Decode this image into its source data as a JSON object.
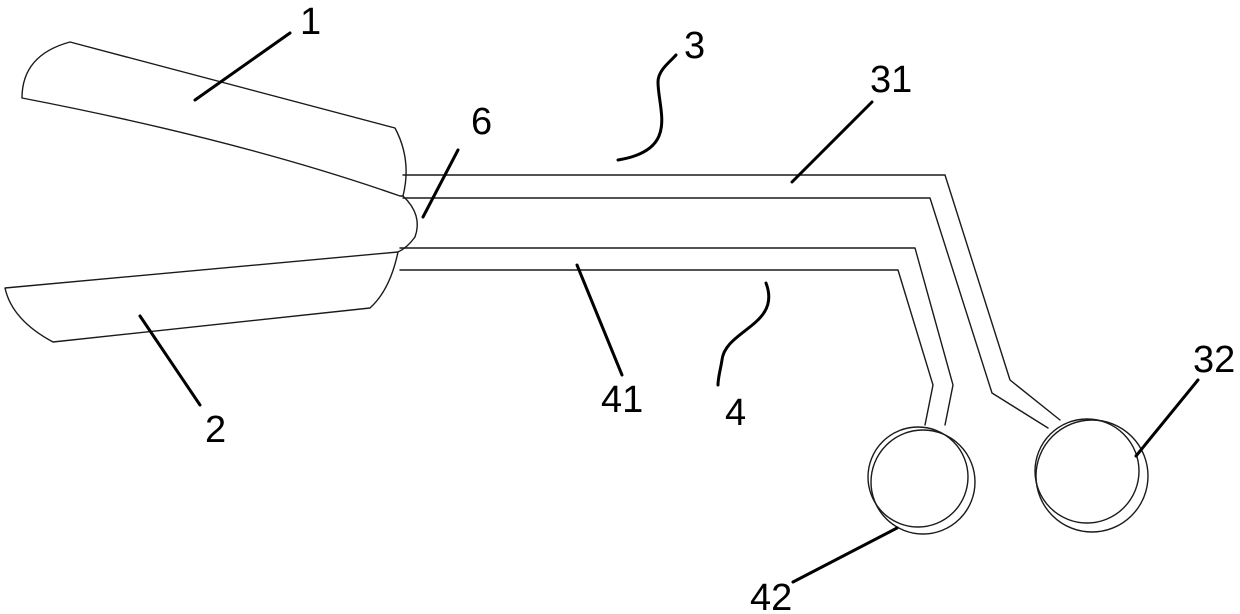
{
  "figure": {
    "labels": {
      "jaw_upper": "1",
      "jaw_lower": "2",
      "arm_upper": "3",
      "arm_upper_wire": "31",
      "ring_upper": "32",
      "arm_lower": "4",
      "arm_lower_wire": "41",
      "ring_lower": "42",
      "hinge": "6"
    }
  }
}
